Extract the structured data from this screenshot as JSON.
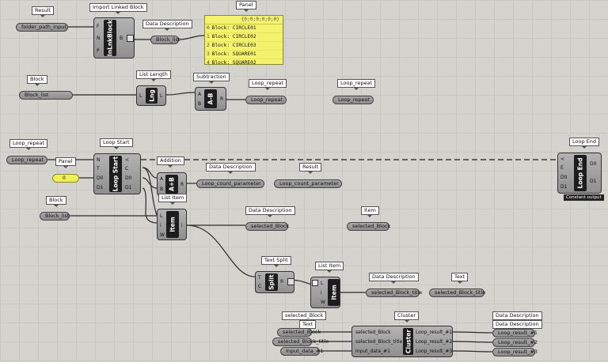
{
  "row1": {
    "tag_result": "Result",
    "pill_folder": "folder_path_input",
    "tag_import": "Import Linked Block",
    "import_name": "InLnkBlock",
    "import_in_ports": [
      "F",
      "N",
      "P"
    ],
    "import_out_port": "B",
    "tag_desc": "Data Description",
    "pill_block_list": "Block_list",
    "tag_panel": "Panel",
    "panel_header": "{0;0;0;0;0;0}",
    "panel_rows": [
      {
        "idx": "0",
        "text": "Block: CIRCLE01"
      },
      {
        "idx": "1",
        "text": "Block: CIRCLE02"
      },
      {
        "idx": "2",
        "text": "Block: CIRCLE03"
      },
      {
        "idx": "3",
        "text": "Block: SQUARE01"
      },
      {
        "idx": "4",
        "text": "Block: SQUARE02"
      }
    ]
  },
  "row2": {
    "tag_block": "Block",
    "pill_block_list": "Block_list",
    "tag_length": "List Length",
    "length_name": "Lng",
    "length_in": "L",
    "length_out": "L",
    "tag_sub": "Subtraction",
    "sub_name": "A-B",
    "sub_in": [
      "A",
      "B"
    ],
    "sub_out": "R",
    "tag_loop1": "Loop_repeat",
    "pill_loop1": "Loop_repeat",
    "tag_loop2": "Loop_repeat",
    "pill_loop2": "Loop_repeat"
  },
  "row3": {
    "tag_loop": "Loop_repeat",
    "pill_loop": "Loop_repeat",
    "tag_panel": "Panel",
    "slider_value": "0",
    "tag_start": "Loop Start",
    "start_name": "Loop Start",
    "start_in": [
      "N",
      "T",
      "D0",
      "D1"
    ],
    "start_out": [
      "<",
      "C",
      "D0",
      "D1"
    ],
    "tag_add": "Addition",
    "add_name": "A+B",
    "add_in": [
      "A",
      "B"
    ],
    "add_out": "R",
    "tag_desc": "Data Description",
    "pill_count": "Loop_count_parameter",
    "tag_result": "Result",
    "pill_count2": "Loop_count_parameter",
    "tag_end": "Loop End",
    "end_name": "Loop End",
    "end_in": [
      "<",
      "E",
      "D0",
      "D1"
    ],
    "end_out": [
      "D0",
      "D1"
    ],
    "end_sub": "Constant output"
  },
  "row4": {
    "tag_block": "Block",
    "pill_block_list": "Block_list",
    "tag_item": "List Item",
    "item_name": "Item",
    "item_in": [
      "L",
      "i",
      "W"
    ],
    "item_out": "i",
    "tag_desc": "Data Description",
    "pill_selected": "selected_Block",
    "tag_item2": "Item",
    "pill_selected2": "selected_Block"
  },
  "row5": {
    "tag_split": "Text Split",
    "split_name": "Split",
    "split_in": [
      "T",
      "C"
    ],
    "split_out": "R",
    "tag_item": "List Item",
    "item_name": "Item",
    "item_in": [
      "L",
      "i",
      "W"
    ],
    "tag_desc": "Data Description",
    "pill_title": "selected_Block_title",
    "tag_text": "Text",
    "pill_title2": "selected_Block_title"
  },
  "row6": {
    "tag_selected": "selected_Block",
    "tag_text": "Text",
    "pill_in": [
      "selected_Block",
      "selected_Block_title",
      "Input_data_#1"
    ],
    "tag_cluster": "Cluster",
    "cluster_name": "Cluster",
    "cluster_in": [
      "selected_Block",
      "selected_Block_title",
      "Input_data_#1"
    ],
    "cluster_out": [
      "Loop_result_#1",
      "Loop_result_#2",
      "Loop_result_#3"
    ],
    "tag_desc1": "Data Description",
    "tag_desc2": "Data Description",
    "pill_out": [
      "Loop_result_#1",
      "Loop_result_#2",
      "Loop_result_#3"
    ]
  }
}
